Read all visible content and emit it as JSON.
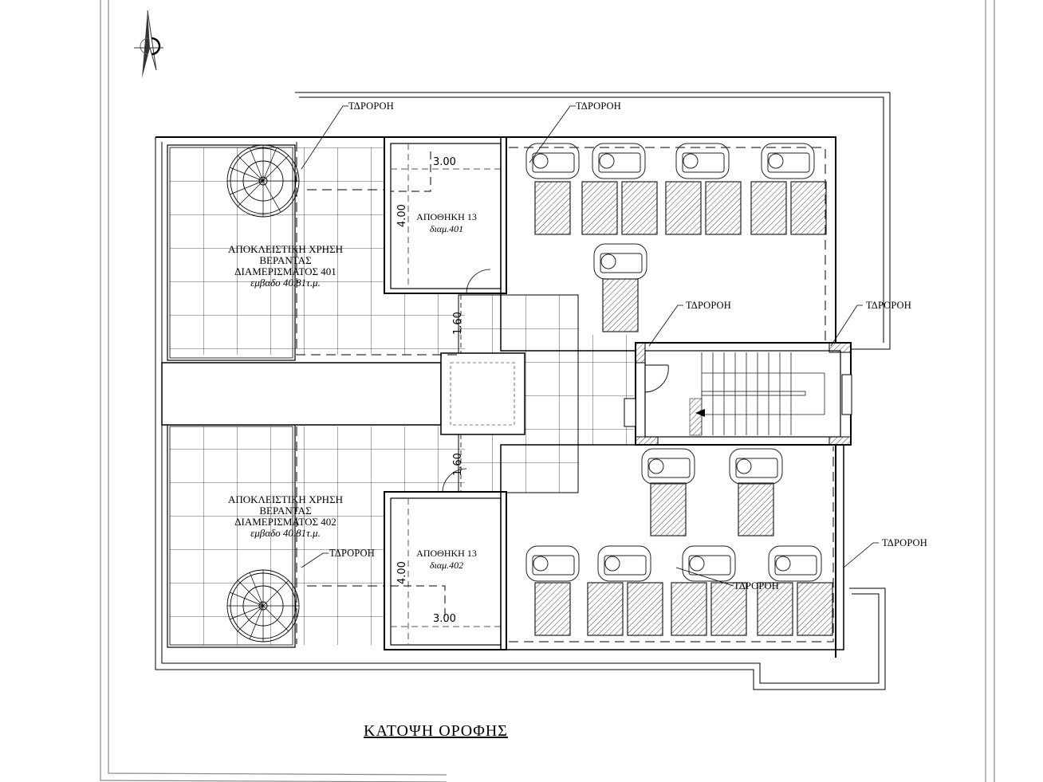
{
  "drawing": {
    "title": "ΚΑΤΟΨΗ ΟΡΟΦΗΣ",
    "north_arrow": "north-arrow-icon",
    "veranda_401": {
      "line1": "ΑΠΟΚΛΕΙΣΤΙΚΗ ΧΡΗΣΗ",
      "line2": "ΒΕΡΑΝΤΑΣ",
      "line3": "ΔΙΑΜΕΡΙΣΜΑΤΟΣ 401",
      "area": "εμβαδο 40.81τ.μ."
    },
    "veranda_402": {
      "line1": "ΑΠΟΚΛΕΙΣΤΙΚΗ ΧΡΗΣΗ",
      "line2": "ΒΕΡΑΝΤΑΣ",
      "line3": "ΔΙΑΜΕΡΙΣΜΑΤΟΣ 402",
      "area": "εμβαδο 40.81τ.μ."
    },
    "storage_401": {
      "name": "ΑΠΟΘΗΚΗ 13",
      "unit": "διαμ.401",
      "width": "3.00",
      "depth": "4.00"
    },
    "storage_402": {
      "name": "ΑΠΟΘΗΚΗ 13",
      "unit": "διαμ.402",
      "width": "3.00",
      "depth": "4.00"
    },
    "corridor_dims": {
      "upper": "1.60",
      "lower": "1.60"
    },
    "drain_label": "ΤΔΡΟΡΟΗ",
    "drain_tags": [
      {
        "text": "ΤΔΡΟΡΟΗ"
      },
      {
        "text": "ΤΔΡΟΡΟΗ"
      },
      {
        "text": "ΤΔΡΟΡΟΗ"
      },
      {
        "text": "ΤΔΡΟΡΟΗ"
      },
      {
        "text": "ΤΔΡΟΡΟΗ"
      },
      {
        "text": "ΤΔΡΟΡΟΗ"
      },
      {
        "text": "ΤΔΡΟΡΟΗ"
      }
    ],
    "solar_heaters_upper": 5,
    "solar_heaters_lower": 6,
    "colors": {
      "line": "#000000",
      "hatch": "#555555",
      "grid": "#333333",
      "frame": "#888888"
    }
  }
}
